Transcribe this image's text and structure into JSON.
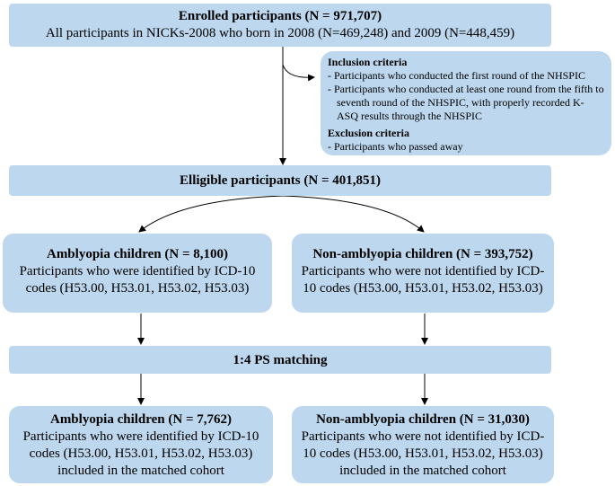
{
  "enrolled": {
    "title": "Enrolled participants (N = 971,707)",
    "desc": "All participants in NICKs-2008 who born in 2008 (N=469,248) and 2009 (N=448,459)"
  },
  "criteria": {
    "inclusion_title": "Inclusion criteria",
    "inclusion_items": [
      "-  Participants who conducted the first round of the NHSPIC",
      "-  Participants who conducted at least one round from the fifth to seventh round of the NHSPIC, with properly recorded K-ASQ results through the NHSPIC"
    ],
    "exclusion_title": "Exclusion criteria",
    "exclusion_items": [
      "- Participants who passed away"
    ]
  },
  "eligible": {
    "title": "Elligible participants (N = 401,851)"
  },
  "amblyopia": {
    "title": "Amblyopia children (N = 8,100)",
    "desc": "Participants who were identified by ICD-10 codes (H53.00, H53.01, H53.02, H53.03)"
  },
  "non_amblyopia": {
    "title": "Non-amblyopia children (N = 393,752)",
    "desc": "Participants who were not identified by ICD-10 codes (H53.00, H53.01, H53.02, H53.03)"
  },
  "matching": {
    "title": "1:4 PS matching"
  },
  "amblyopia_matched": {
    "title": "Amblyopia children (N = 7,762)",
    "desc": "Participants who were identified by ICD-10 codes (H53.00, H53.01, H53.02, H53.03) included in the matched cohort"
  },
  "non_amblyopia_matched": {
    "title": "Non-amblyopia children (N = 31,030)",
    "desc": "Participants who were not identified by ICD-10 codes (H53.00, H53.01, H53.02, H53.03) included in the matched cohort"
  },
  "colors": {
    "box_fill": "#bdd7ee",
    "arrow": "#000000"
  }
}
